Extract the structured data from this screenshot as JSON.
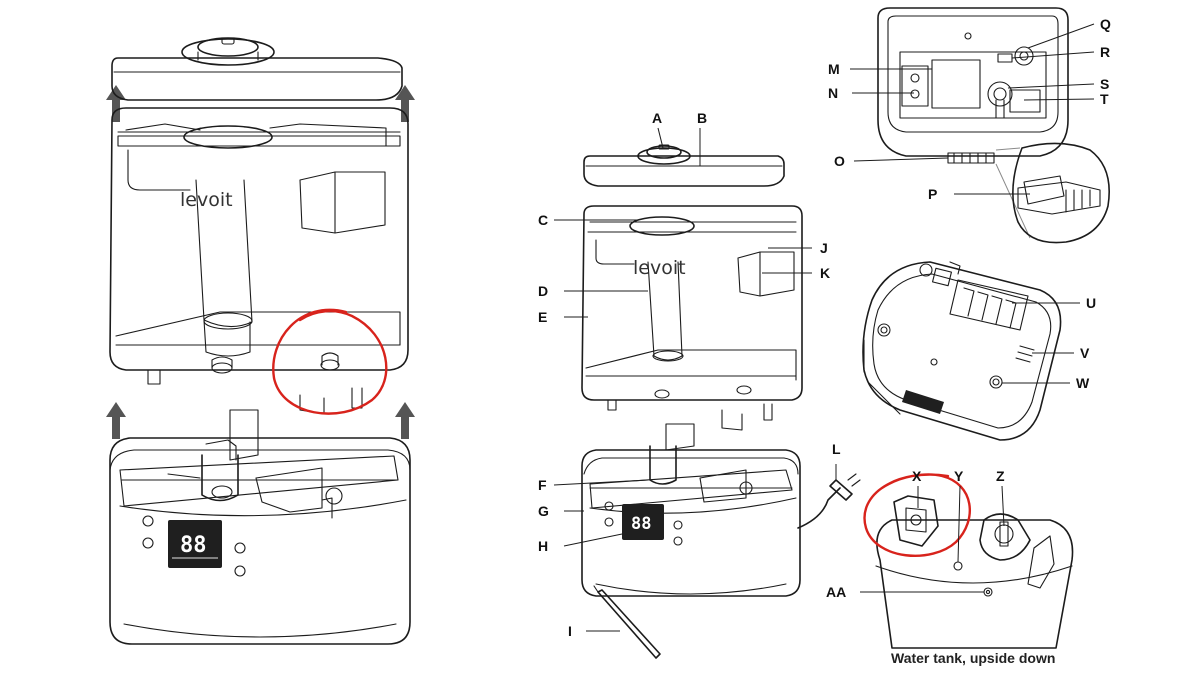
{
  "brand": "levoit",
  "display_readout": "88",
  "caption": "Water tank, upside down",
  "accent_colors": {
    "highlight_circle": "#d8231c",
    "arrow": "#555555",
    "line": "#1c1c1c"
  },
  "callouts": {
    "A": "A",
    "B": "B",
    "C": "C",
    "D": "D",
    "E": "E",
    "F": "F",
    "G": "G",
    "H": "H",
    "I": "I",
    "J": "J",
    "K": "K",
    "L": "L",
    "M": "M",
    "N": "N",
    "O": "O",
    "P": "P",
    "Q": "Q",
    "R": "R",
    "S": "S",
    "T": "T",
    "U": "U",
    "V": "V",
    "W": "W",
    "X": "X",
    "Y": "Y",
    "Z": "Z",
    "AA": "AA"
  }
}
